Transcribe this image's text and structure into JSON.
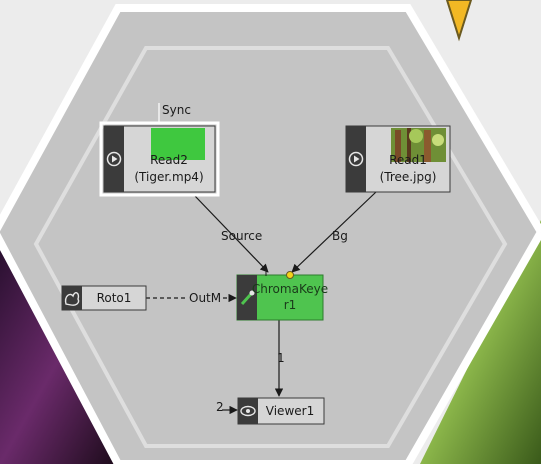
{
  "colors": {
    "canvas": "#c8c8c8",
    "panel_border": "#ffffff",
    "node_fill": "#d6d6d6",
    "node_strip": "#3b3b3b",
    "keyer_fill": "#4fc44f",
    "keyer_border": "#2e7d2e",
    "edge": "#1a1a1a",
    "accent_arrow": "#f2b824",
    "handle": "#f5d21a"
  },
  "nodes": {
    "read2": {
      "line1": "Read2",
      "line2": "(Tiger.mp4)",
      "icon": "play-icon",
      "thumb": "green-swatch"
    },
    "read1": {
      "line1": "Read1",
      "line2": "(Tree.jpg)",
      "icon": "play-icon",
      "thumb": "forest-photo"
    },
    "keyer": {
      "line1": "ChromaKeye",
      "line2": "r1",
      "icon": "eyedropper-icon"
    },
    "roto": {
      "label": "Roto1",
      "icon": "roto-shape-icon"
    },
    "viewer": {
      "label": "Viewer1",
      "icon": "eye-icon"
    }
  },
  "edges": {
    "sync": "Sync",
    "source": "Source",
    "bg": "Bg",
    "outm": "OutM",
    "one": "1",
    "two": "2"
  }
}
